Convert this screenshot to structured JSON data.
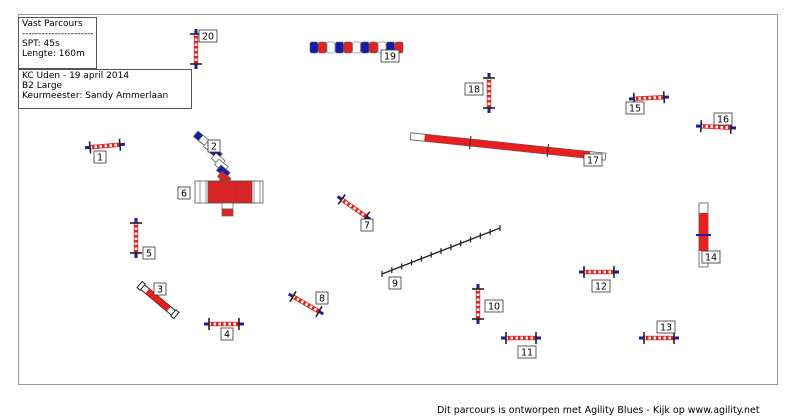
{
  "course": {
    "title": "Vast Parcours",
    "separator": "----------------------",
    "spt": "SPT:  45s",
    "length": "Lengte: 160m",
    "event": "KC Uden  -  19 april 2014",
    "class": "B2 Large",
    "judge": "Keurmeester:  Sandy Ammerlaan"
  },
  "footer": "Dit parcours is ontworpen met Agility Blues - Kijk op www.agility.net",
  "colors": {
    "red": "#e62020",
    "blue": "#1a1aa8",
    "pole": "#222222",
    "border": "#999999"
  },
  "obstacles": [
    {
      "num": "1",
      "type": "hurdle"
    },
    {
      "num": "2",
      "type": "tunnel"
    },
    {
      "num": "3",
      "type": "tire"
    },
    {
      "num": "4",
      "type": "hurdle"
    },
    {
      "num": "5",
      "type": "hurdle"
    },
    {
      "num": "6",
      "type": "tunnel"
    },
    {
      "num": "7",
      "type": "hurdle"
    },
    {
      "num": "8",
      "type": "hurdle"
    },
    {
      "num": "9",
      "type": "weave-poles"
    },
    {
      "num": "10",
      "type": "hurdle"
    },
    {
      "num": "11",
      "type": "hurdle"
    },
    {
      "num": "12",
      "type": "hurdle"
    },
    {
      "num": "13",
      "type": "hurdle"
    },
    {
      "num": "14",
      "type": "table"
    },
    {
      "num": "15",
      "type": "hurdle"
    },
    {
      "num": "16",
      "type": "hurdle"
    },
    {
      "num": "17",
      "type": "dog-walk"
    },
    {
      "num": "18",
      "type": "hurdle"
    },
    {
      "num": "19",
      "type": "long-jump"
    },
    {
      "num": "20",
      "type": "hurdle"
    }
  ]
}
